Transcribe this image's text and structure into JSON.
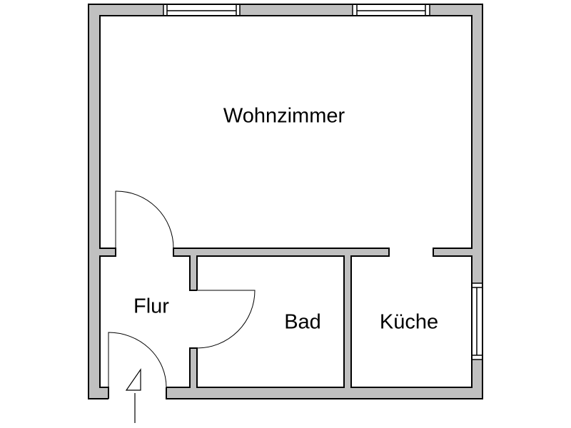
{
  "title": "Floor plan",
  "colors": {
    "wall": "#c0c0c0",
    "line": "#000000",
    "floor": "#ffffff"
  },
  "rooms": [
    {
      "id": "wohnzimmer",
      "label": "Wohnzimmer"
    },
    {
      "id": "flur",
      "label": "Flur"
    },
    {
      "id": "bad",
      "label": "Bad"
    },
    {
      "id": "kueche",
      "label": "Küche"
    }
  ],
  "icons": {
    "entrance": "entrance-arrow-icon"
  }
}
